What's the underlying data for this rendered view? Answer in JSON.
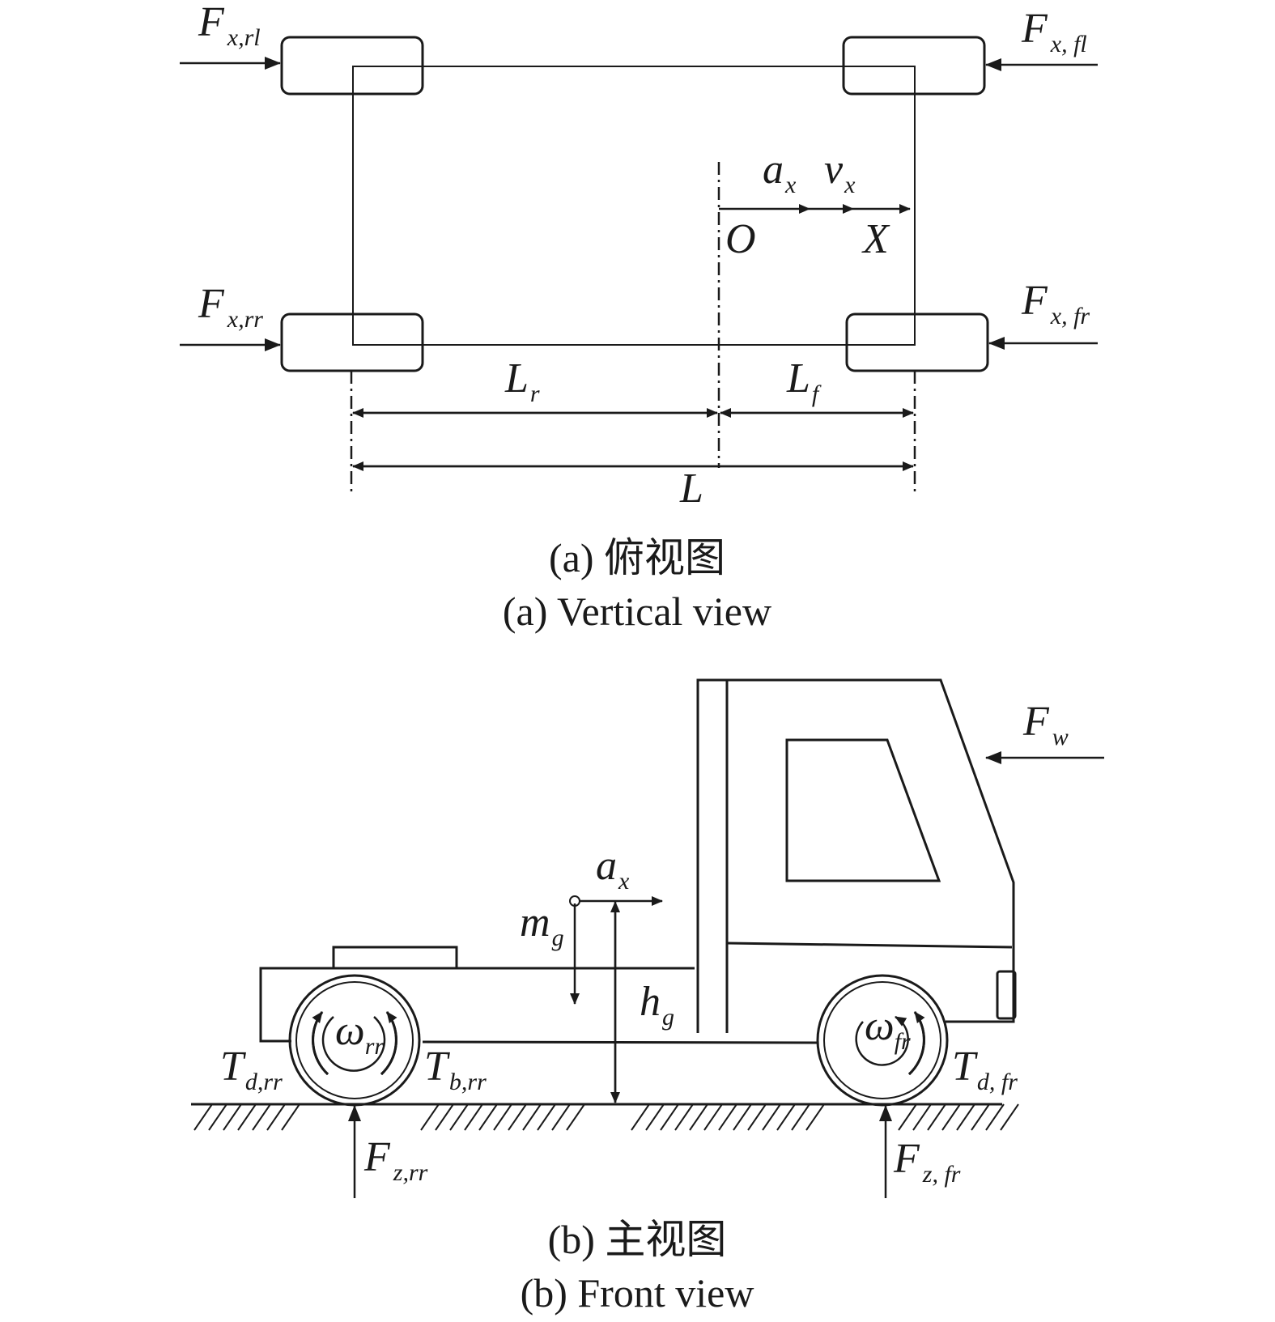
{
  "top_view": {
    "caption_cn": "(a) 俯视图",
    "caption_en": "(a) Vertical view",
    "forces": {
      "rl": {
        "main": "F",
        "sub": "x,rl"
      },
      "fl": {
        "main": "F",
        "sub": "x, fl"
      },
      "rr": {
        "main": "F",
        "sub": "x,rr"
      },
      "fr": {
        "main": "F",
        "sub": "x, fr"
      }
    },
    "accel": {
      "main": "a",
      "sub": "x"
    },
    "velocity": {
      "main": "v",
      "sub": "x"
    },
    "origin": "O",
    "axis": "X",
    "lr": {
      "main": "L",
      "sub": "r"
    },
    "lf": {
      "main": "L",
      "sub": "f"
    },
    "wheelbase": "L"
  },
  "front_view": {
    "caption_cn": "(b) 主视图",
    "caption_en": "(b) Front view",
    "wind": {
      "main": "F",
      "sub": "w"
    },
    "accel": {
      "main": "a",
      "sub": "x"
    },
    "mass": {
      "main": "m",
      "sub": "g"
    },
    "cg_height": {
      "main": "h",
      "sub": "g"
    },
    "omega_rr": {
      "main": "ω",
      "sub": "rr"
    },
    "omega_fr": {
      "main": "ω",
      "sub": "fr"
    },
    "td_rr": {
      "main": "T",
      "sub": "d,rr"
    },
    "tb_rr": {
      "main": "T",
      "sub": "b,rr"
    },
    "td_fr": {
      "main": "T",
      "sub": "d, fr"
    },
    "fz_rr": {
      "main": "F",
      "sub": "z,rr"
    },
    "fz_fr": {
      "main": "F",
      "sub": "z, fr"
    }
  }
}
